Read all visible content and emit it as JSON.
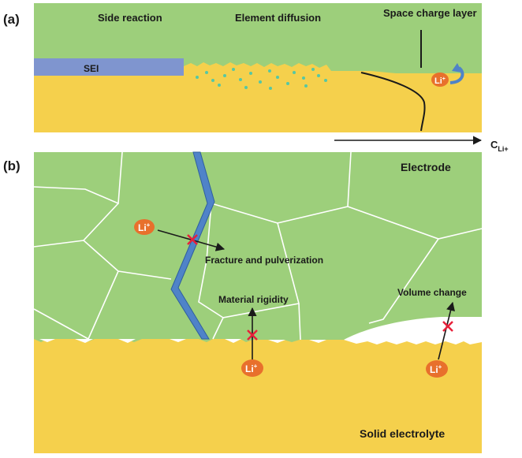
{
  "panel_a": {
    "tag": "(a)",
    "side_reaction": "Side reaction",
    "element_diffusion": "Element diffusion",
    "space_charge_layer": "Space charge layer",
    "sei": "SEI",
    "li_ion": {
      "base": "Li",
      "sup": "+"
    },
    "axis": {
      "base": "C",
      "sub": "Li+"
    }
  },
  "panel_b": {
    "tag": "(b)",
    "electrode": "Electrode",
    "solid_electrolyte": "Solid electrolyte",
    "fracture": "Fracture and pulverization",
    "rigidity": "Material rigidity",
    "volume_change": "Volume change",
    "li_ion": {
      "base": "Li",
      "sup": "+"
    }
  },
  "colors": {
    "electrode_green": "#9dcf7b",
    "electrolyte_yellow": "#f5d04c",
    "sei_blue": "#7f95cf",
    "crack_blue": "#4f83c8",
    "ion_orange": "#e8702c",
    "diffusion_teal": "#55c7a4",
    "block_x_red": "#e8203a"
  }
}
